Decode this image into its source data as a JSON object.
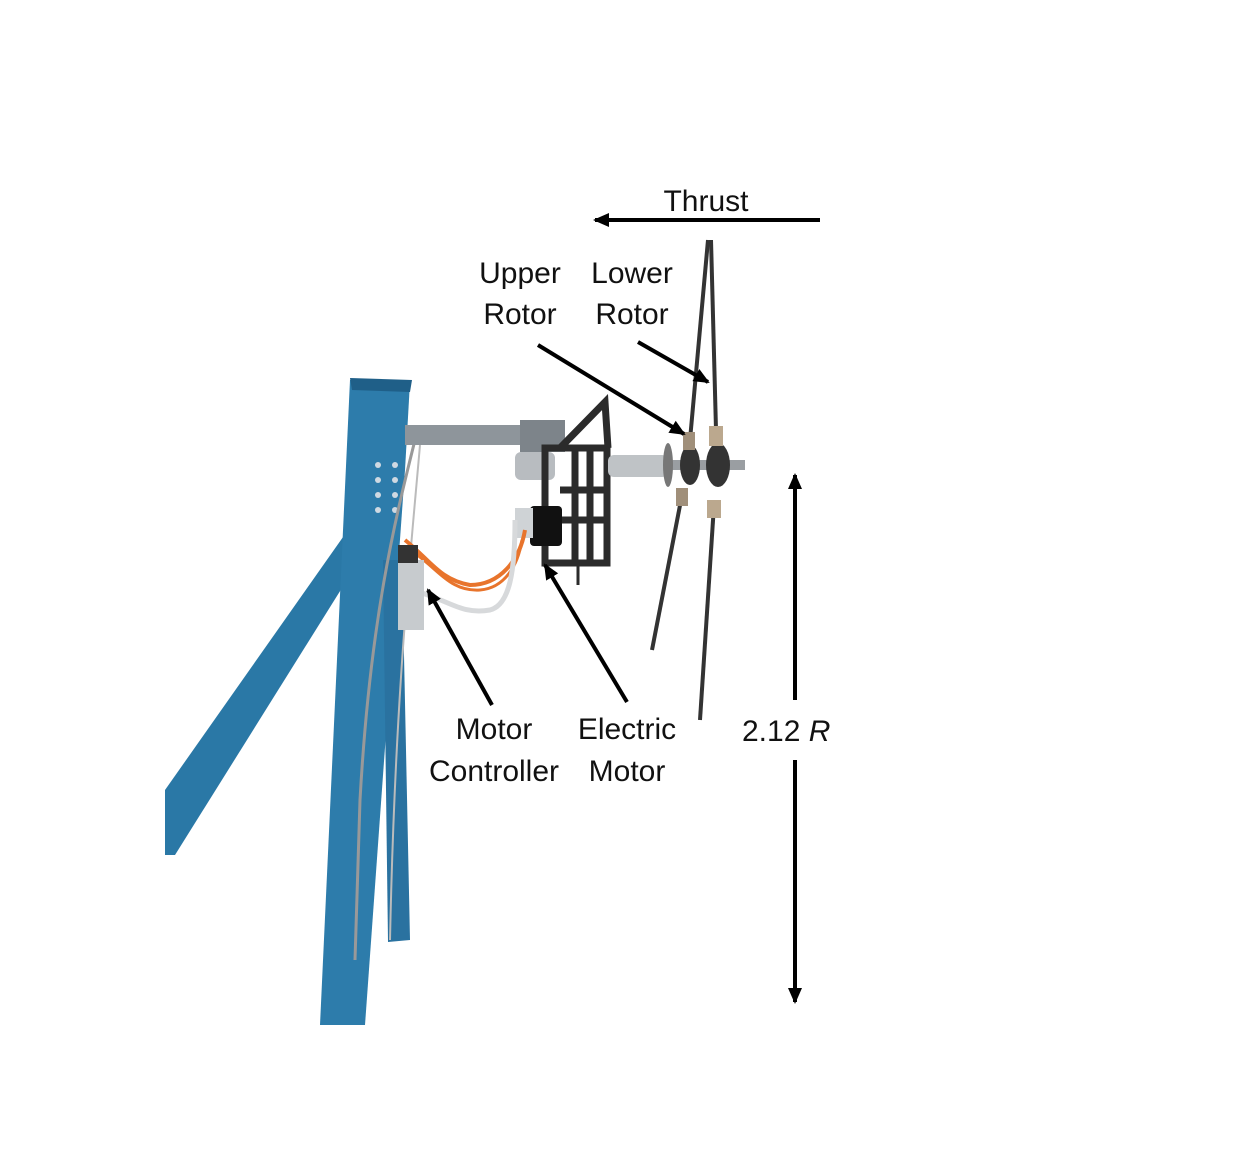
{
  "labels": {
    "thrust": "Thrust",
    "upper_rotor_line1": "Upper",
    "upper_rotor_line2": "Rotor",
    "lower_rotor_line1": "Lower",
    "lower_rotor_line2": "Rotor",
    "motor_controller_line1": "Motor",
    "motor_controller_line2": "Controller",
    "electric_motor_line1": "Electric",
    "electric_motor_line2": "Motor",
    "dimension_value": "2.12",
    "dimension_unit": "R"
  },
  "colors": {
    "stand": "#2a78a6",
    "frame": "#2b2b2b",
    "cable": "#e8742c",
    "arrow": "#000000"
  }
}
